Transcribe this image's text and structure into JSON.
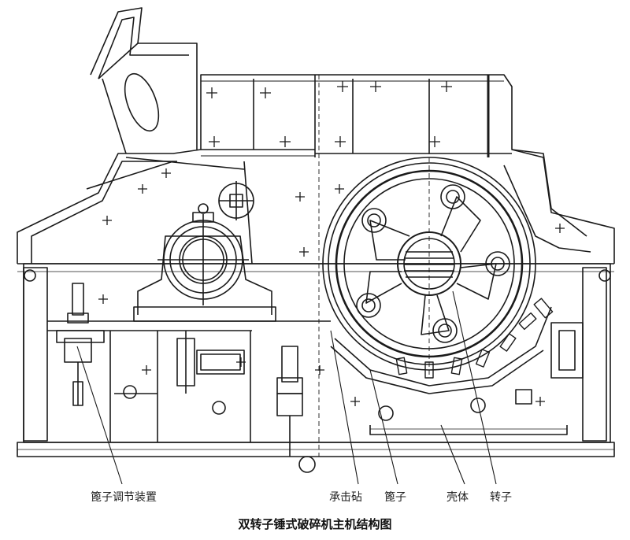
{
  "diagram": {
    "caption": "双转子锤式破碎机主机结构图",
    "labels": {
      "cage_adjuster": "篦子调节装置",
      "impact_anvil": "承击砧",
      "grate": "篦子",
      "housing": "壳体",
      "rotor": "转子"
    },
    "line_color": "#1a1a1a",
    "background": "#ffffff"
  }
}
